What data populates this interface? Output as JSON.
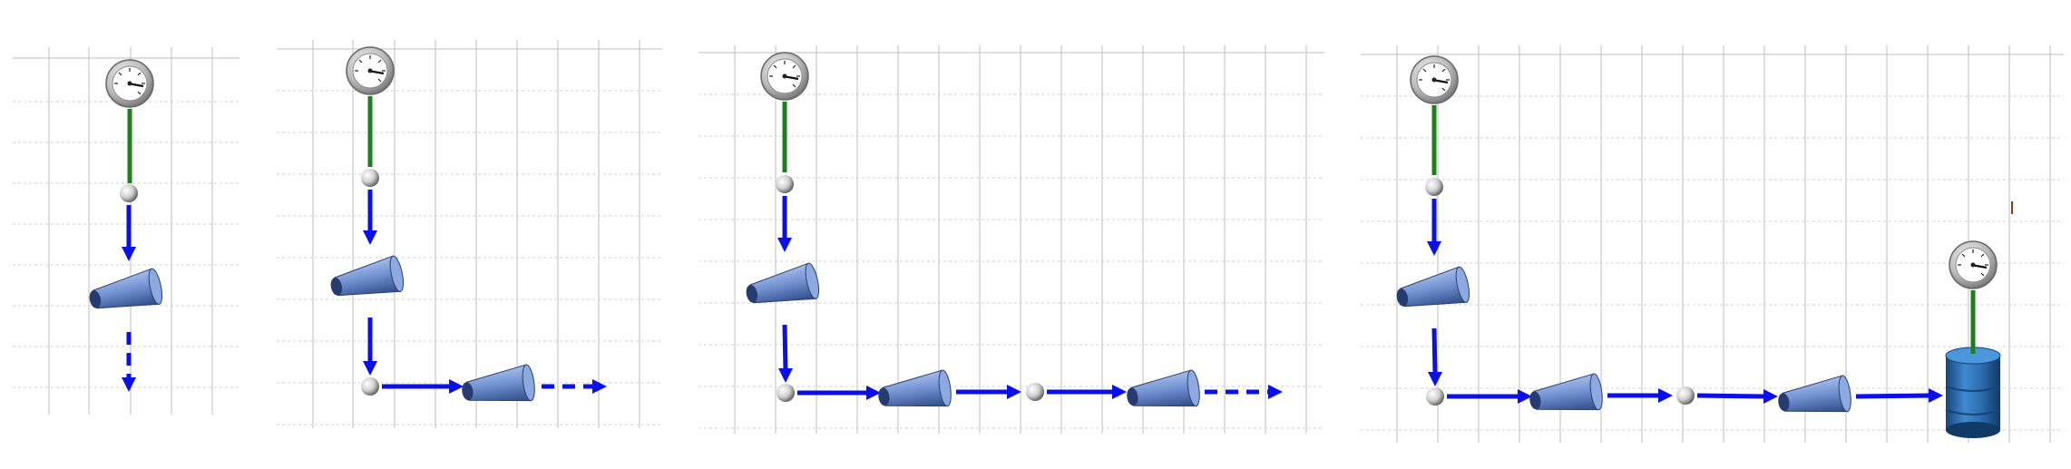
{
  "diagram": {
    "panels": [
      {
        "id": "stage-1",
        "components": [
          "gauge",
          "junction",
          "nozzle"
        ],
        "ends_open": true
      },
      {
        "id": "stage-2",
        "components": [
          "gauge",
          "junction",
          "nozzle",
          "junction",
          "nozzle"
        ],
        "ends_open": true
      },
      {
        "id": "stage-3",
        "components": [
          "gauge",
          "junction",
          "nozzle",
          "junction",
          "nozzle",
          "junction",
          "nozzle"
        ],
        "ends_open": true
      },
      {
        "id": "stage-4",
        "components": [
          "gauge",
          "junction",
          "nozzle",
          "junction",
          "nozzle",
          "junction",
          "nozzle",
          "tank",
          "gauge"
        ],
        "ends_open": false
      }
    ],
    "colors": {
      "flow_arrow": "#0a10e6",
      "gauge_stem": "#1f7f1f",
      "nozzle": "#6f8fcf",
      "tank": "#2f74b6",
      "junction": "#d8d8d8",
      "grid": "#c9c9c9"
    },
    "icons": [
      "pressure-gauge-icon",
      "junction-ball-icon",
      "nozzle-icon",
      "tank-barrel-icon",
      "arrow-icon"
    ]
  }
}
